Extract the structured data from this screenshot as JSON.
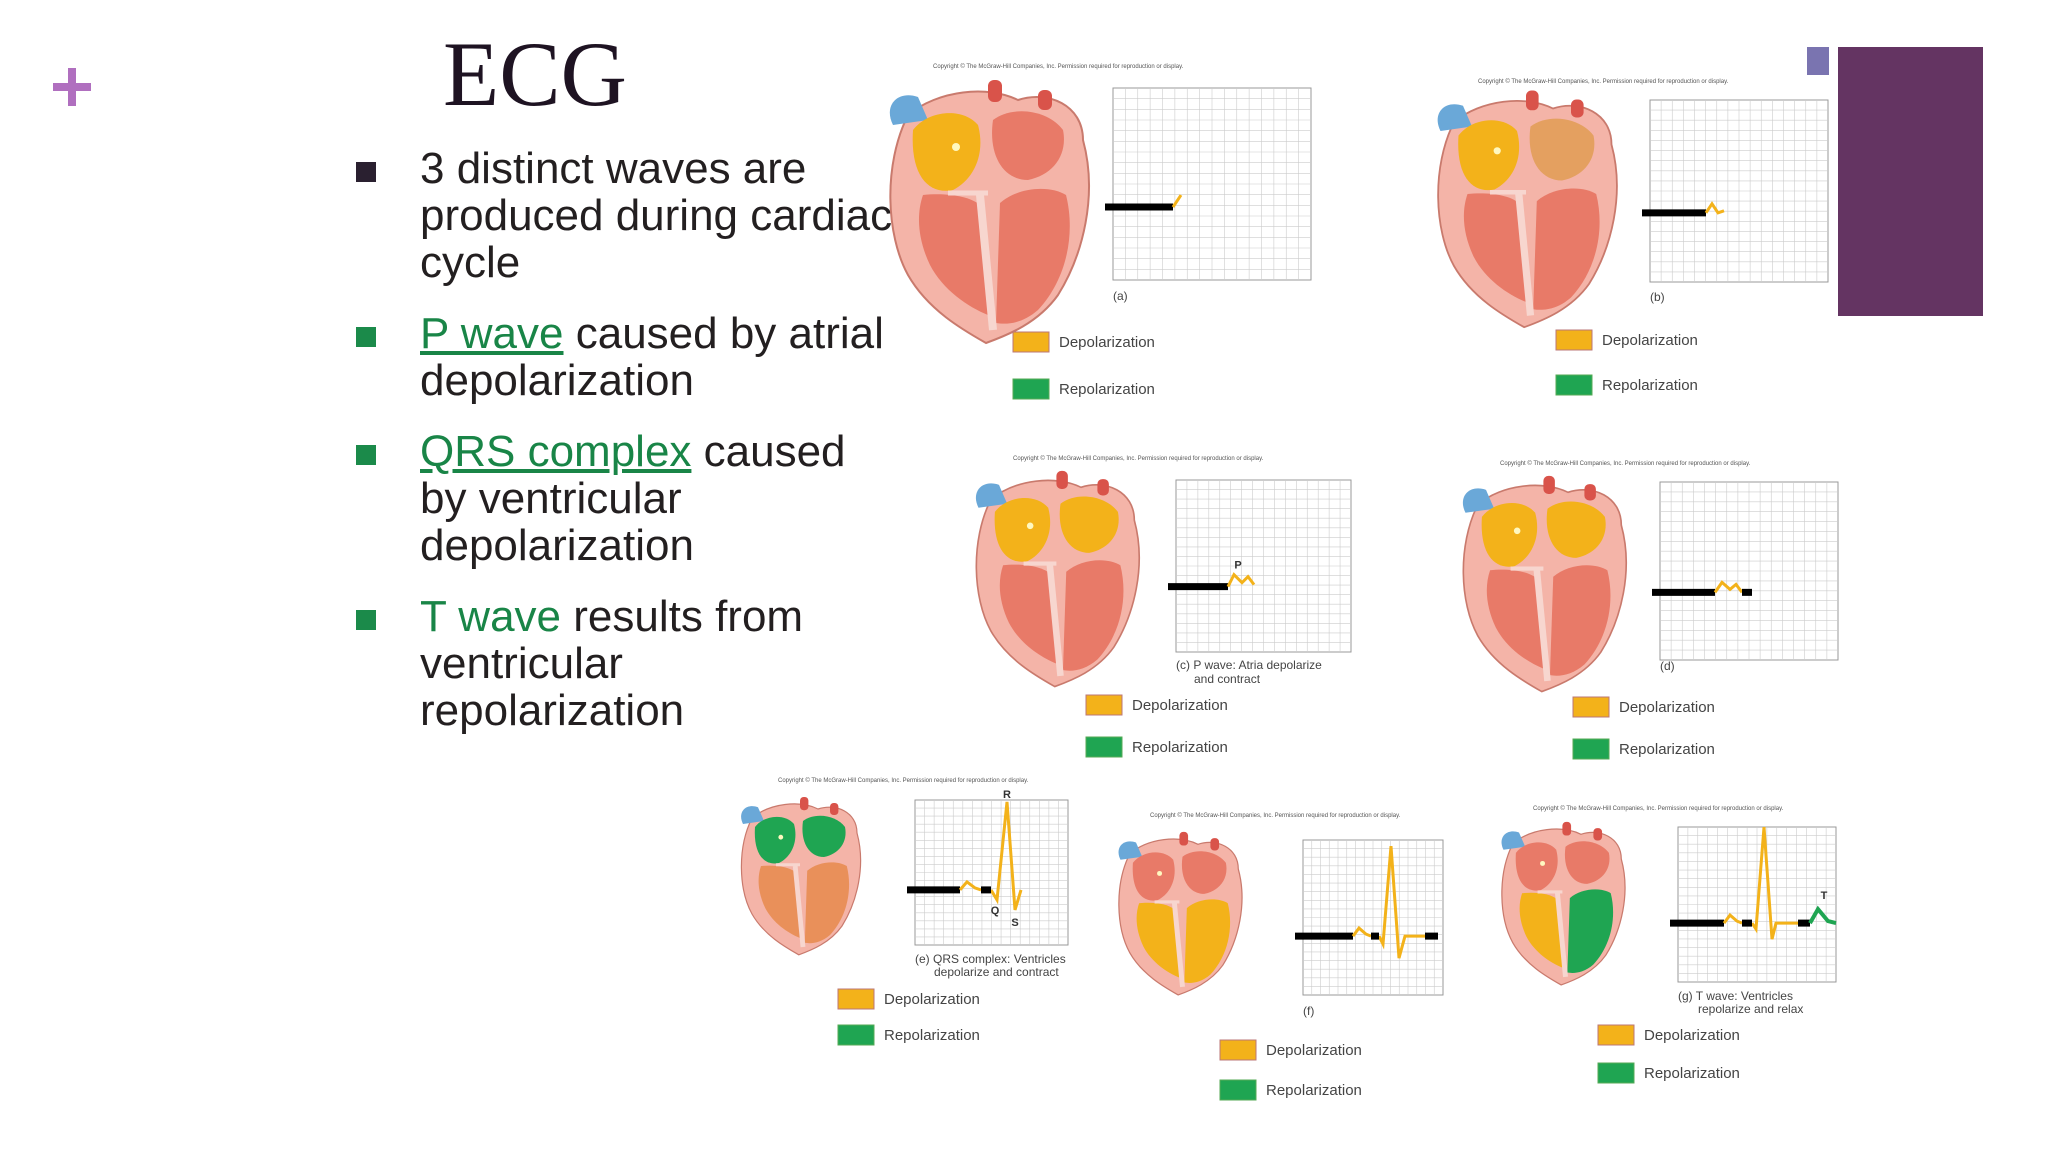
{
  "slide": {
    "title": "ECG",
    "plus_symbol": "+",
    "accent_color": "#643462",
    "plus_color": "#b06fbf"
  },
  "bullets": [
    {
      "text": "3 distinct waves are produced during cardiac cycle"
    },
    {
      "link": "P wave",
      "text": " caused by atrial depolarization"
    },
    {
      "link": "QRS complex",
      "text": " caused by ventricular depolarization"
    },
    {
      "highlight": "T wave",
      "text": " results from ventricular repolarization"
    }
  ],
  "figures": {
    "copyright": "Copyright © The McGraw-Hill Companies, Inc. Permission required for reproduction or display.",
    "legend_depolarization": "Depolarization",
    "legend_repolarization": "Repolarization",
    "depolarization_color": "#f3b21a",
    "repolarization_color": "#1fa552",
    "panels": [
      {
        "id": "a",
        "caption": "(a)"
      },
      {
        "id": "b",
        "caption": "(b)"
      },
      {
        "id": "c",
        "caption": "(c) P wave: Atria depolarize",
        "caption2": "and contract",
        "wave_label": "P"
      },
      {
        "id": "d",
        "caption": "(d)"
      },
      {
        "id": "e",
        "caption": "(e) QRS complex: Ventricles",
        "caption2": "depolarize and contract",
        "wave_label": "R",
        "q_label": "Q",
        "s_label": "S"
      },
      {
        "id": "f",
        "caption": "(f)"
      },
      {
        "id": "g",
        "caption": "(g) T wave: Ventricles",
        "caption2": "repolarize and relax",
        "wave_label": "T"
      }
    ]
  }
}
